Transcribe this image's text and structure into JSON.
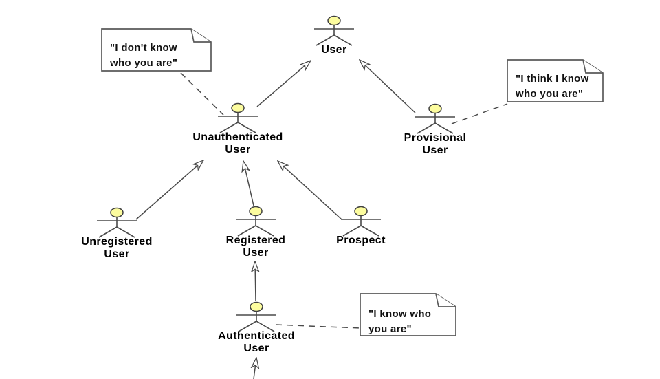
{
  "diagram": {
    "type": "uml-actor-generalization-diagram",
    "actors": {
      "user": {
        "line1": "User"
      },
      "unauthenticated": {
        "line1": "Unauthenticated",
        "line2": "User"
      },
      "provisional": {
        "line1": "Provisional",
        "line2": "User"
      },
      "unregistered": {
        "line1": "Unregistered",
        "line2": "User"
      },
      "registered": {
        "line1": "Registered",
        "line2": "User"
      },
      "prospect": {
        "line1": "Prospect"
      },
      "authenticated": {
        "line1": "Authenticated",
        "line2": "User"
      }
    },
    "notes": {
      "dont_know": {
        "line1": "\"I don't know",
        "line2": "who you are\""
      },
      "think_i_know": {
        "line1": "\"I think I know",
        "line2": "who you are\""
      },
      "i_know": {
        "line1": "\"I know who",
        "line2": "you are\""
      }
    },
    "relations": [
      {
        "from": "Unauthenticated User",
        "to": "User",
        "type": "generalization"
      },
      {
        "from": "Provisional User",
        "to": "User",
        "type": "generalization"
      },
      {
        "from": "Unregistered User",
        "to": "Unauthenticated User",
        "type": "generalization"
      },
      {
        "from": "Registered User",
        "to": "Unauthenticated User",
        "type": "generalization"
      },
      {
        "from": "Prospect",
        "to": "Unauthenticated User",
        "type": "generalization"
      },
      {
        "from": "Authenticated User",
        "to": "Registered User",
        "type": "generalization"
      },
      {
        "from": "",
        "to": "Authenticated User",
        "type": "generalization",
        "note": "line continues past bottom edge of image"
      },
      {
        "from": "note: \"I don't know who you are\"",
        "to": "Unauthenticated User",
        "type": "note-link"
      },
      {
        "from": "note: \"I think I know who you are\"",
        "to": "Provisional User",
        "type": "note-link"
      },
      {
        "from": "note: \"I know who you are\"",
        "to": "Authenticated User",
        "type": "note-link"
      }
    ],
    "colors": {
      "background": "#ffffff",
      "line": "#4a4a4a",
      "actor_head_fill": "#fcfc9e",
      "note_fill": "#ffffff",
      "note_border": "#5a5a5a",
      "text": "#000000"
    }
  }
}
